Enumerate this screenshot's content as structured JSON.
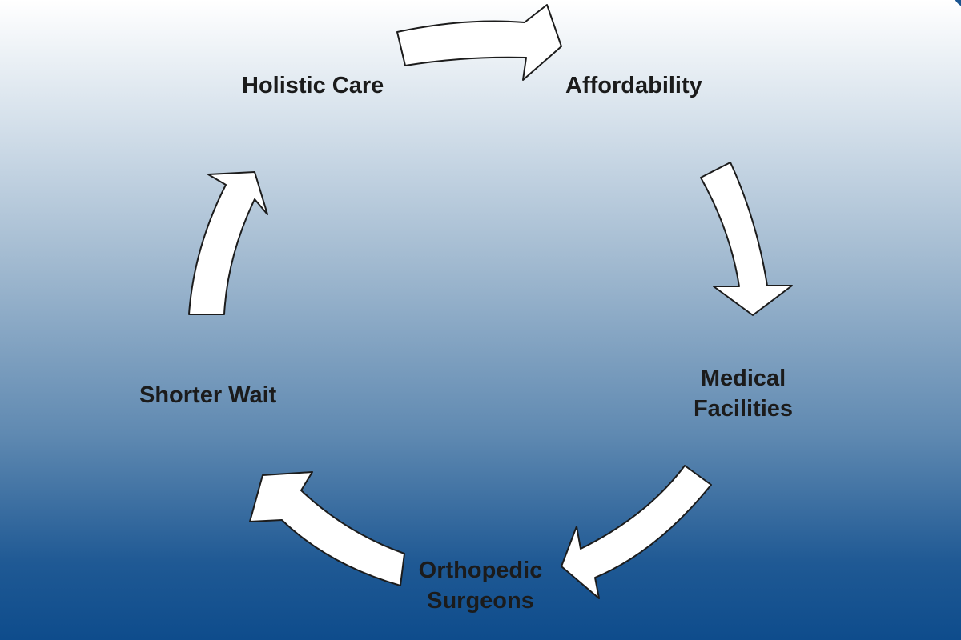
{
  "cycle": {
    "nodes": [
      {
        "lines": [
          "Holistic Care"
        ]
      },
      {
        "lines": [
          "Affordability"
        ]
      },
      {
        "lines": [
          "Medical",
          "Facilities"
        ]
      },
      {
        "lines": [
          "Orthopedic",
          "Surgeons"
        ]
      },
      {
        "lines": [
          "Shorter Wait"
        ]
      }
    ],
    "arrow_icon": "curved-arrow",
    "colors": {
      "arrow_fill": "#ffffff",
      "arrow_stroke": "#1c1c1c",
      "text": "#1b1b1b",
      "gradient_top": "#ffffff",
      "gradient_bottom": "#0e4c8c"
    }
  }
}
